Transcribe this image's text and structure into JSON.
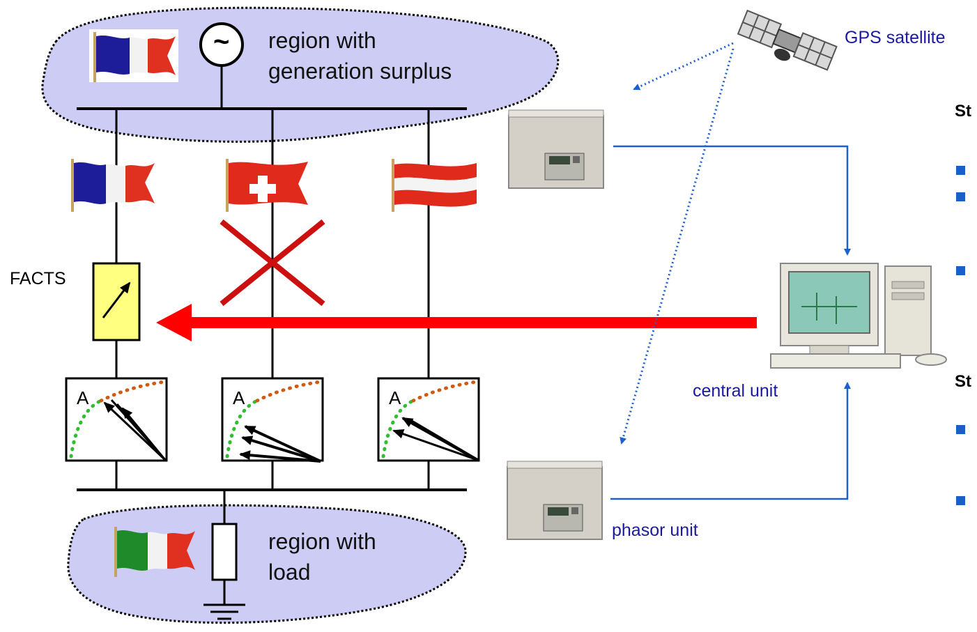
{
  "regions": {
    "top": {
      "line1": "region with",
      "line2": "generation surplus"
    },
    "bottom": {
      "line1": "region with",
      "line2": "load"
    }
  },
  "labels": {
    "gps": "GPS satellite",
    "central_unit": "central unit",
    "phasor_unit": "phasor unit",
    "facts": "FACTS",
    "generator_symbol": "~"
  },
  "phasor_panels": [
    {
      "axis_label": "A"
    },
    {
      "axis_label": "A"
    },
    {
      "axis_label": "A"
    }
  ],
  "right_panel": {
    "headings": [
      "St",
      "St"
    ],
    "bullets_upper": 3,
    "bullets_lower": 2
  },
  "colors": {
    "region_fill": "#ccccf4",
    "control_arrow": "#ff0000",
    "signal_line": "#1c5fd0",
    "facts_fill": "#ffff80",
    "outage_cross": "#cc1010"
  },
  "icons": [
    "france-flag-icon",
    "switzerland-flag-icon",
    "austria-flag-icon",
    "italy-flag-icon",
    "generator-icon",
    "ground-icon",
    "satellite-icon",
    "phasor-unit-icon",
    "computer-icon"
  ]
}
